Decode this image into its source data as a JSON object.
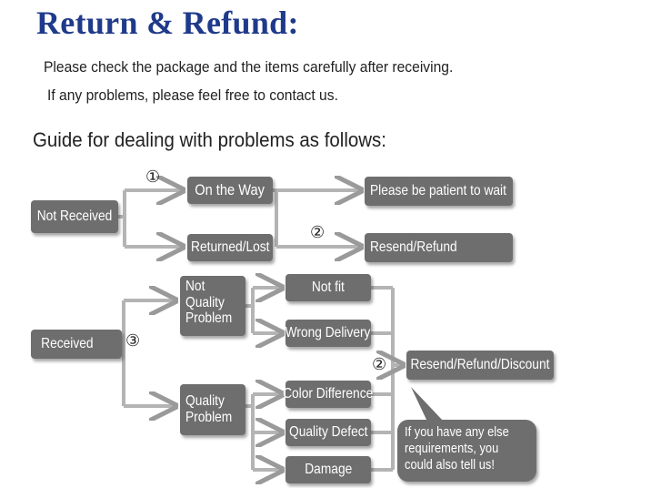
{
  "title": "Return & Refund:",
  "intro": [
    "Please check the package and the items carefully after receiving.",
    "If any problems, please feel free to contact us."
  ],
  "guide": "Guide for dealing with problems as follows:",
  "numbers": {
    "n1": "①",
    "n2": "②",
    "n3": "③"
  },
  "boxes": {
    "not_received": "Not Received",
    "on_the_way": "On the Way",
    "returned_lost": "Returned/Lost",
    "patient": "Please be patient to wait",
    "resend_refund": "Resend/Refund",
    "received": "Received",
    "not_quality": [
      "Not",
      "Quality",
      "Problem"
    ],
    "quality": [
      "Quality",
      "Problem"
    ],
    "not_fit": "Not fit",
    "wrong_delivery": "Wrong Delivery",
    "color_difference": "Color Difference",
    "quality_defect": "Quality Defect",
    "damage": "Damage",
    "resend_refund_discount": "Resend/Refund/Discount"
  },
  "bubble": "If you have any else requirements, you could also tell us!"
}
